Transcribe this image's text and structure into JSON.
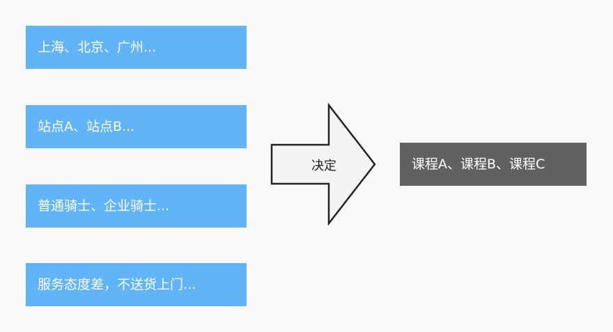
{
  "factors": [
    {
      "label": "上海、北京、广州..."
    },
    {
      "label": "站点A、站点B..."
    },
    {
      "label": "普通骑士、企业骑士..."
    },
    {
      "label": "服务态度差，不送货上门..."
    }
  ],
  "arrow": {
    "label": "决定"
  },
  "result": {
    "label": "课程A、课程B、课程C"
  },
  "colors": {
    "background": "#f9f9f9",
    "factor_box": "#61b4f7",
    "result_box": "#616161",
    "arrow_fill": "#f3f3f3",
    "arrow_stroke": "#222222"
  }
}
